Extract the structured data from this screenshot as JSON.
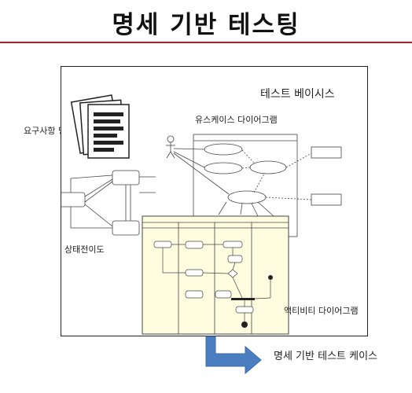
{
  "header": {
    "title": "명세 기반 테스팅"
  },
  "slide": {
    "test_basis": "테스트 베이시스",
    "requirements": "요구사항 명세",
    "usecase_diagram": "유스케이스 다이어그램",
    "state_diagram": "상태전이도",
    "activity_diagram": "액티비티 다이어그램"
  },
  "flow": {
    "output_label": "명세 기반 테스트 케이스"
  },
  "colors": {
    "accent_red": "#b71c1c",
    "arrow_blue": "#4a7ec0",
    "activity_bg": "#fffde0"
  }
}
